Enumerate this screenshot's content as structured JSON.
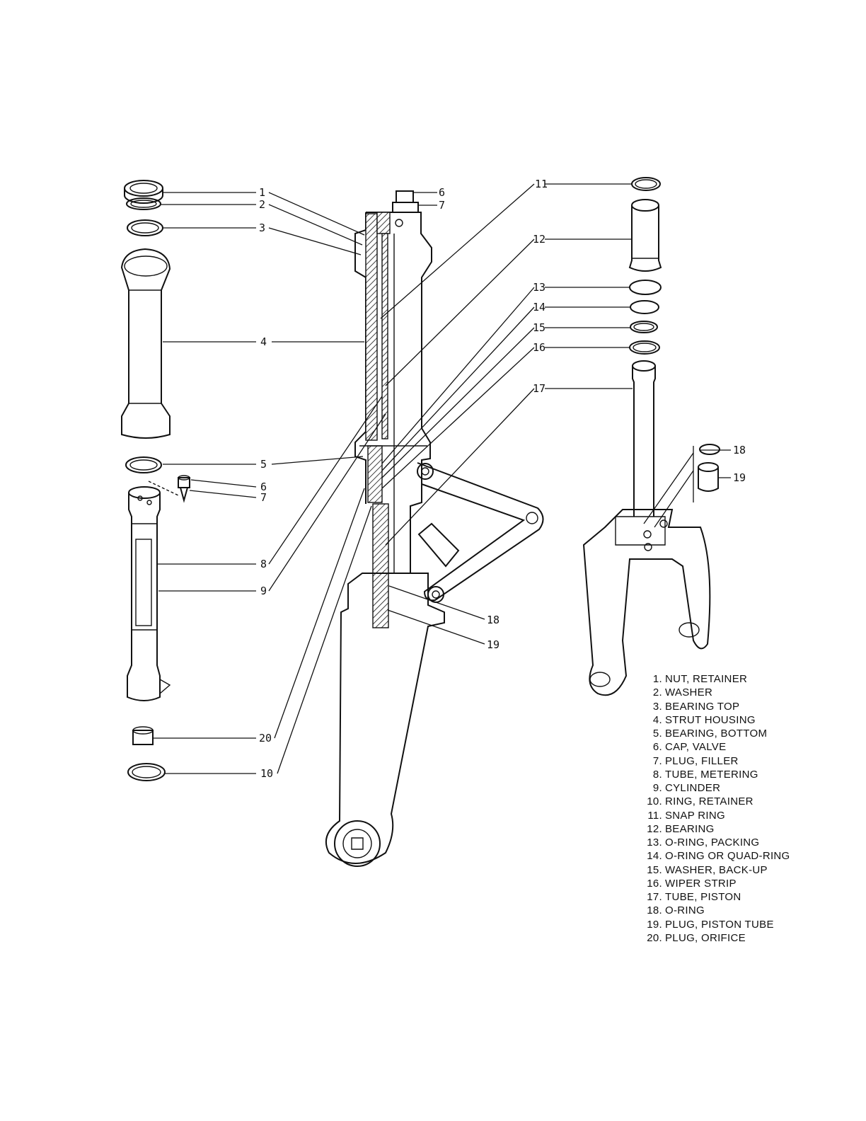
{
  "legend": [
    {
      "num": "1.",
      "name": "NUT, RETAINER"
    },
    {
      "num": "2.",
      "name": "WASHER"
    },
    {
      "num": "3.",
      "name": "BEARING TOP"
    },
    {
      "num": "4.",
      "name": "STRUT HOUSING"
    },
    {
      "num": "5.",
      "name": "BEARING, BOTTOM"
    },
    {
      "num": "6.",
      "name": "CAP, VALVE"
    },
    {
      "num": "7.",
      "name": "PLUG, FILLER"
    },
    {
      "num": "8.",
      "name": "TUBE, METERING"
    },
    {
      "num": "9.",
      "name": "CYLINDER"
    },
    {
      "num": "10.",
      "name": "RING, RETAINER"
    },
    {
      "num": "11.",
      "name": "SNAP RING"
    },
    {
      "num": "12.",
      "name": "BEARING"
    },
    {
      "num": "13.",
      "name": "O-RING, PACKING"
    },
    {
      "num": "14.",
      "name": "O-RING OR QUAD-RING"
    },
    {
      "num": "15.",
      "name": "WASHER, BACK-UP"
    },
    {
      "num": "16.",
      "name": "WIPER STRIP"
    },
    {
      "num": "17.",
      "name": "TUBE, PISTON"
    },
    {
      "num": "18.",
      "name": "O-RING"
    },
    {
      "num": "19.",
      "name": "PLUG, PISTON TUBE"
    },
    {
      "num": "20.",
      "name": "PLUG, ORIFICE"
    }
  ],
  "callouts": {
    "c1": "1",
    "c2": "2",
    "c3": "3",
    "c4": "4",
    "c5": "5",
    "c6a": "6",
    "c6b": "6",
    "c7a": "7",
    "c7b": "7",
    "c8": "8",
    "c9": "9",
    "c10": "10",
    "c11": "11",
    "c12": "12",
    "c13": "13",
    "c14": "14",
    "c15": "15",
    "c16": "16",
    "c17": "17",
    "c18a": "18",
    "c18b": "18",
    "c19a": "19",
    "c19b": "19",
    "c20": "20"
  }
}
